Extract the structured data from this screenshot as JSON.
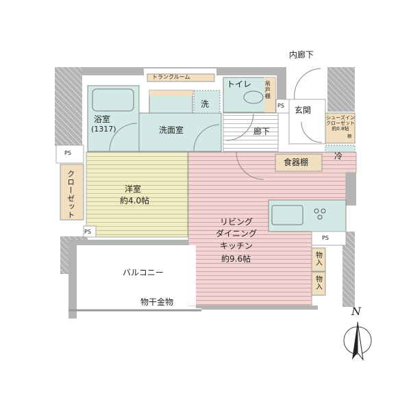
{
  "colors": {
    "wall": "#b4b4b4",
    "wet": "#d3e9e5",
    "storage": "#f2dfc0",
    "western": "#f3edc4",
    "ldk": "#f3d6d4",
    "line": "#888888"
  },
  "rooms": {
    "trunk_room": "トランクルーム",
    "bath": "浴室",
    "bath_size": "(1317)",
    "washroom": "洗面室",
    "washer": "洗",
    "toilet": "トイレ",
    "wall_cabinet": "吊戸棚",
    "entrance": "玄関",
    "inner_corridor": "内廊下",
    "shoe_closet": "シューズインクローゼット約0.8帖",
    "shelf": "棚",
    "hallway": "廊下",
    "fridge": "冷",
    "cupboard": "食器棚",
    "western_room": "洋室",
    "western_size": "約4.0帖",
    "closet": "クローゼット",
    "ldk": "リビング\nダイニング\nキッチン",
    "ldk_size": "約9.6帖",
    "storage": "物入",
    "balcony": "バルコニー",
    "laundry_hanger": "物干金物",
    "ps": "PS",
    "north": "N"
  }
}
